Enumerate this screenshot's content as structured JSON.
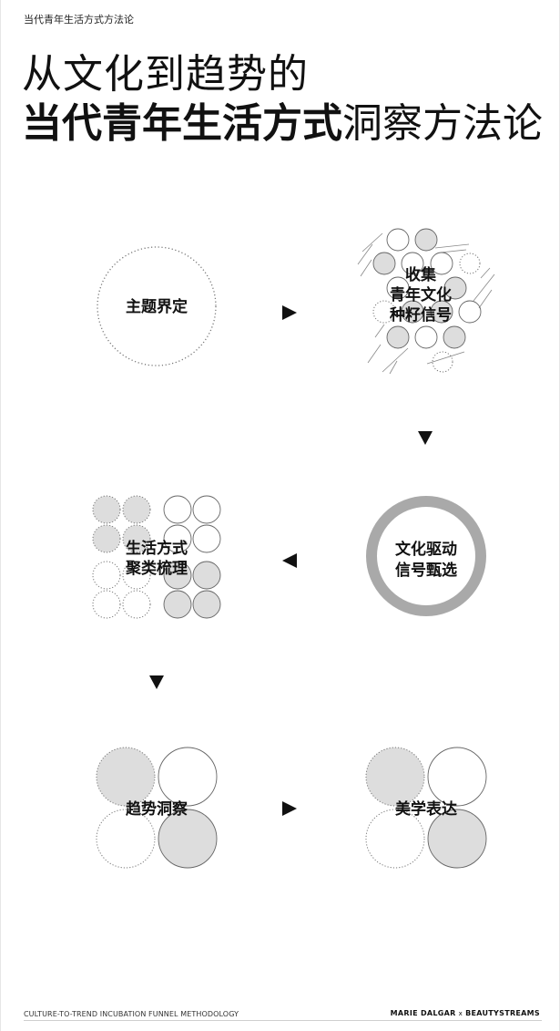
{
  "header": {
    "top_label": "当代青年生活方式方法论",
    "title_line1": "从文化到趋势的",
    "title_line2_bold": "当代青年生活方式",
    "title_line2_light": "洞察方法论"
  },
  "stages": [
    {
      "id": "definition",
      "label_lines": [
        "主题界定"
      ]
    },
    {
      "id": "collect",
      "label_lines": [
        "收集",
        "青年文化",
        "种籽信号"
      ]
    },
    {
      "id": "filter",
      "label_lines": [
        "文化驱动",
        "信号甄选"
      ]
    },
    {
      "id": "cluster",
      "label_lines": [
        "生活方式",
        "聚类梳理"
      ]
    },
    {
      "id": "insight",
      "label_lines": [
        "趋势洞察"
      ]
    },
    {
      "id": "express",
      "label_lines": [
        "美学表达"
      ]
    }
  ],
  "arrows": [
    {
      "from": "definition",
      "to": "collect",
      "direction": "right"
    },
    {
      "from": "collect",
      "to": "filter",
      "direction": "down"
    },
    {
      "from": "filter",
      "to": "cluster",
      "direction": "left"
    },
    {
      "from": "cluster",
      "to": "insight",
      "direction": "down"
    },
    {
      "from": "insight",
      "to": "express",
      "direction": "right"
    }
  ],
  "colors": {
    "text": "#111111",
    "circle_fill_grey": "#dddddd",
    "circle_stroke": "#555555",
    "ring_grey": "#a9a9a9",
    "arrow": "#111111"
  },
  "footer": {
    "left": "CULTURE-TO-TREND INCUBATION FUNNEL METHODOLOGY",
    "brand_a": "MARIE DALGAR",
    "separator": "x",
    "brand_b": "BEAUTYSTREAMS"
  }
}
